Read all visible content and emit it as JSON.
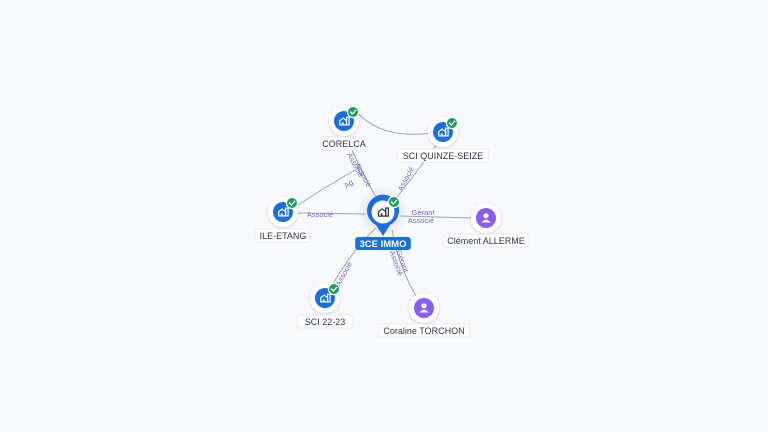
{
  "graph": {
    "center": {
      "id": "c",
      "label": "3CE IMMO",
      "icon": "building-icon",
      "verified": true,
      "color": "#1a6fe0"
    },
    "nodes": [
      {
        "id": "corelca",
        "label": "CORELCA",
        "kind": "company",
        "icon": "building-icon",
        "verified": true
      },
      {
        "id": "quinze",
        "label": "SCI QUINZE-SEIZE",
        "kind": "company",
        "icon": "building-icon",
        "verified": true
      },
      {
        "id": "ile",
        "label": "ILE-ETANG",
        "kind": "company",
        "icon": "building-icon",
        "verified": true
      },
      {
        "id": "sci2223",
        "label": "SCI 22-23",
        "kind": "company",
        "icon": "building-icon",
        "verified": true
      },
      {
        "id": "clement",
        "label": "Clément ALLERME",
        "kind": "person",
        "icon": "person-icon",
        "verified": false
      },
      {
        "id": "coraline",
        "label": "Coraline TORCHON",
        "kind": "person",
        "icon": "person-icon",
        "verified": false
      }
    ],
    "edges": [
      {
        "from": "corelca",
        "labels": [
          "Associé",
          "Associé"
        ]
      },
      {
        "from": "quinze",
        "labels": [
          "Associé"
        ]
      },
      {
        "from": "ile",
        "labels": [
          "Associé"
        ]
      },
      {
        "from": "sci2223",
        "labels": [
          "Associé"
        ]
      },
      {
        "from": "clement",
        "labels": [
          "Gérant",
          "Associé"
        ]
      },
      {
        "from": "coraline",
        "labels": [
          "Gérant",
          "Associé"
        ]
      },
      {
        "from": "corelca",
        "to": "quinze",
        "labels": []
      },
      {
        "from": "ile",
        "to": "corelca",
        "labels": [
          "Ag"
        ]
      }
    ],
    "colors": {
      "company": "#1a6fe0",
      "person": "#8a5cf0",
      "verified": "#1e9e5a",
      "edge": "#9aa3b8",
      "edge_label": "#6b6fc7"
    }
  }
}
